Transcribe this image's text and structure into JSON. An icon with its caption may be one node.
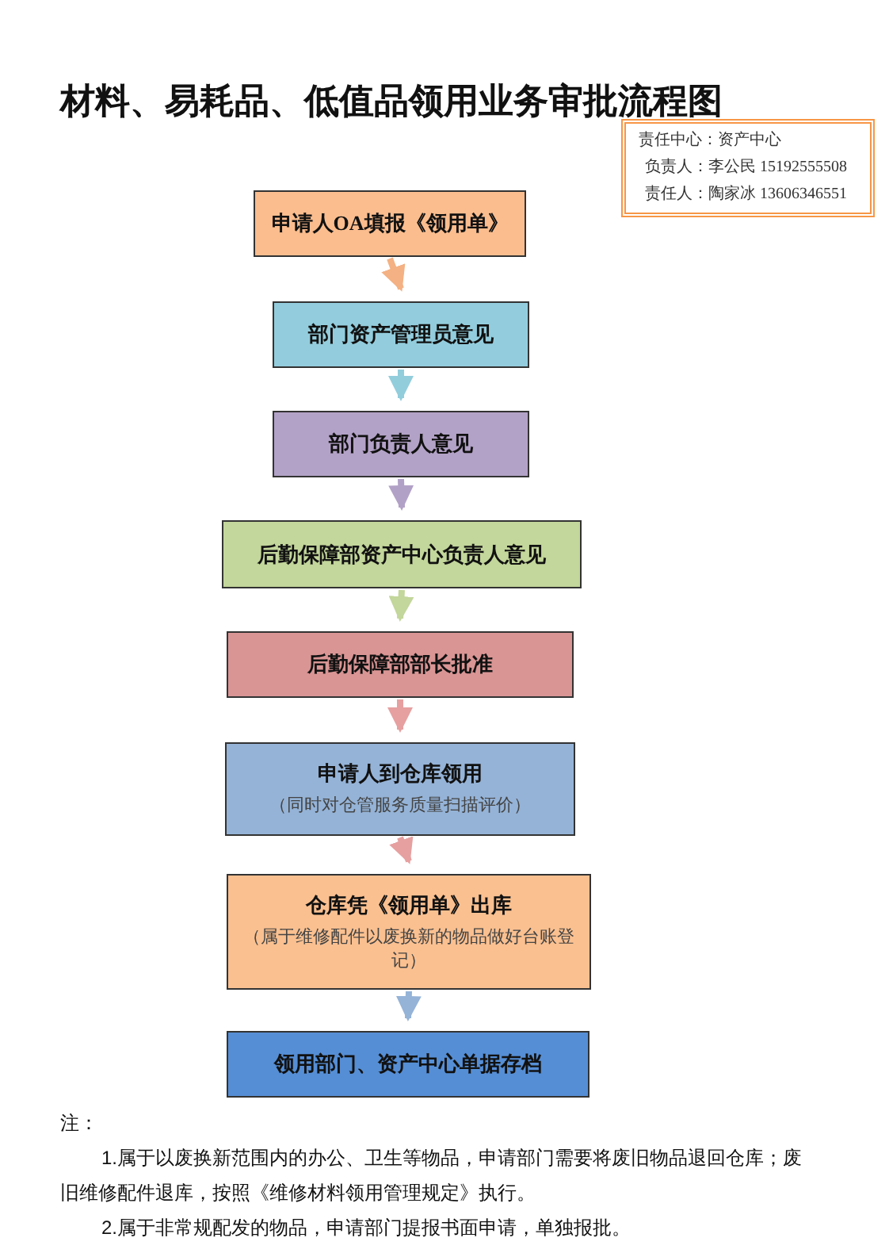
{
  "diagram": {
    "title": "材料、易耗品、低值品领用业务审批流程图",
    "nodes": [
      {
        "text": [
          "申请人OA填报《领用单》"
        ]
      },
      {
        "text": [
          "部门资产管理员意见"
        ]
      },
      {
        "text": [
          "部门负责人意见"
        ]
      },
      {
        "text": [
          "后勤保障部资产中心负责人意见"
        ]
      },
      {
        "text": [
          "后勤保障部部长批准"
        ]
      },
      {
        "text": [
          "申请人到仓库领用",
          "（同时对仓管服务质量扫描评价）"
        ]
      },
      {
        "text": [
          "仓库凭《领用单》出库",
          "（属于维修配件以废换新的物品做好台账登记）"
        ]
      },
      {
        "text": [
          "领用部门、资产中心单据存档"
        ]
      },
      {
        "text": [
          "责任中心：资产中心",
          "负责人：李公民 15192555508",
          "责任人：陶家冰 13606346551"
        ]
      }
    ],
    "edges": [
      {
        "from": 0,
        "to": 1,
        "arrow": "to",
        "color": "#f4b183"
      },
      {
        "from": 1,
        "to": 2,
        "arrow": "to",
        "color": "#92cddc"
      },
      {
        "from": 2,
        "to": 3,
        "arrow": "to",
        "color": "#b2a1c7"
      },
      {
        "from": 3,
        "to": 4,
        "arrow": "to",
        "color": "#c3d69b"
      },
      {
        "from": 4,
        "to": 5,
        "arrow": "to",
        "color": "#e6a0a0"
      },
      {
        "from": 5,
        "to": 6,
        "arrow": "to",
        "color": "#e6a0a0"
      },
      {
        "from": 6,
        "to": 7,
        "arrow": "to",
        "color": "#95b3d7"
      }
    ],
    "labels": [
      "注：",
      "1.属于以废换新范围内的办公、卫生等物品，申请部门需要将废旧物品退回仓库；废旧维修配件退库，按照《维修材料领用管理规定》执行。",
      "2.属于非常规配发的物品，申请部门提报书面申请，单独报批。"
    ]
  }
}
